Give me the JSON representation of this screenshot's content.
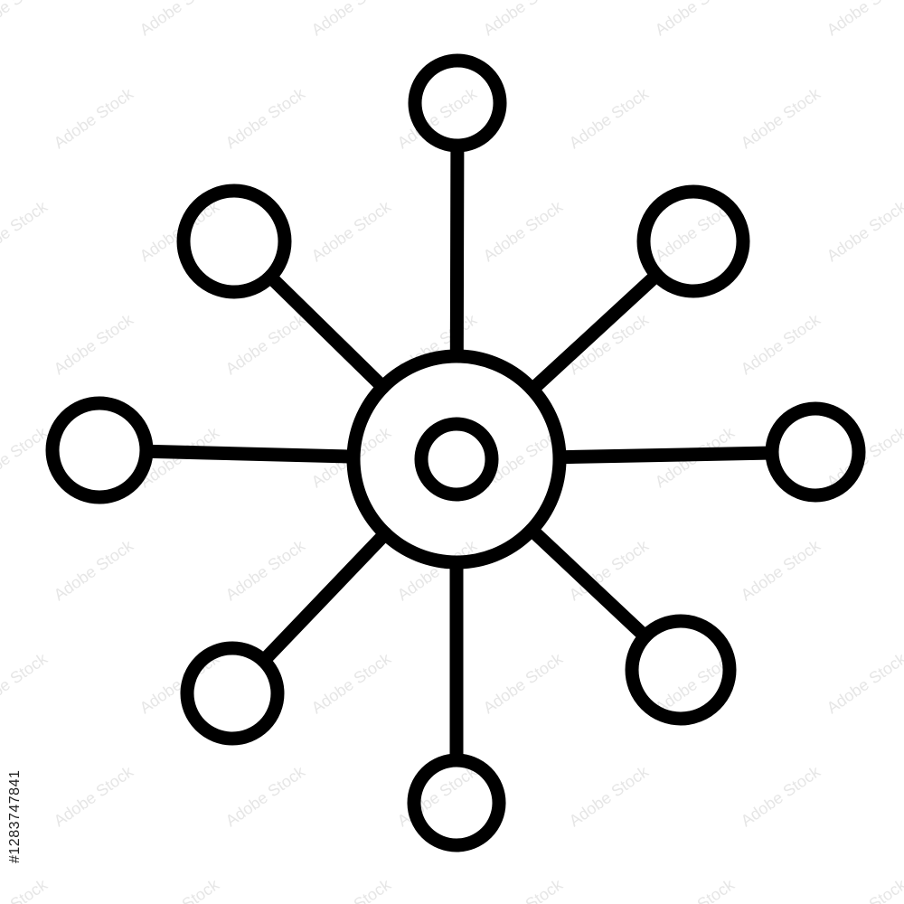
{
  "icon": {
    "name": "network-hub-icon",
    "stroke_color": "#000000",
    "background_color": "#ffffff",
    "outer_node_count": 8
  },
  "watermark": {
    "text": "Adobe Stock",
    "color": "#e6e6e6"
  },
  "stock_id": {
    "text": "#1283747841"
  }
}
